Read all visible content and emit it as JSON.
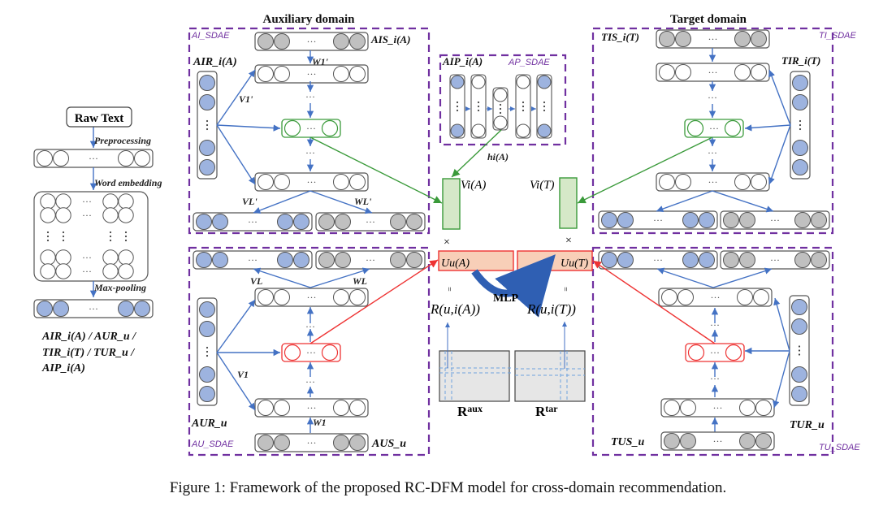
{
  "figure": {
    "caption": "Figure 1: Framework of the proposed RC-DFM model for cross-domain recommendation.",
    "colors": {
      "rating_node": "#9db3df",
      "side_node": "#c0c0c0",
      "empty_node": "#ffffff",
      "sdae_border": "#7030a0",
      "blue_arrow": "#4472c4",
      "green": "#3a9a3a",
      "green_fill": "#d5e8c8",
      "red": "#ee3333",
      "red_fill": "#f8cfb8",
      "matrix_fill": "#e6e6e6"
    }
  },
  "preprocess": {
    "raw_text": "Raw Text",
    "step1": "Preprocessing",
    "step2": "Word embedding",
    "step3": "Max-pooling",
    "outputs_line1": "AIR_i(A) / AUR_u /",
    "outputs_line2": "TIR_i(T) / TUR_u /",
    "outputs_line3": "AIP_i(A)"
  },
  "aux": {
    "domain_title": "Auxiliary domain",
    "item_sdae": "AI_SDAE",
    "user_sdae": "AU_SDAE",
    "item_side": "AIS_i(A)",
    "item_rating": "AIR_i(A)",
    "user_rating": "AUR_u",
    "user_side": "AUS_u",
    "w1p": "W1'",
    "v1p": "V1'",
    "vlp": "VL'",
    "wlp": "WL'",
    "v1": "V1",
    "w1": "W1",
    "vl": "VL",
    "wl": "WL"
  },
  "profile": {
    "label": "AIP_i(A)",
    "sdae": "AP_SDAE",
    "h": "hi(A)"
  },
  "target": {
    "domain_title": "Target domain",
    "item_sdae": "TI_SDAE",
    "user_sdae": "TU_SDAE",
    "item_side": "TIS_i(T)",
    "item_rating": "TIR_i(T)",
    "user_rating": "TUR_u",
    "user_side": "TUS_u"
  },
  "center": {
    "v_aux": "Vi(A)",
    "v_tar": "Vi(T)",
    "u_aux": "Uu(A)",
    "u_tar": "Uu(T)",
    "times": "×",
    "equals": "=",
    "mlp": "MLP",
    "r_aux": "R(u,i(A))",
    "r_tar": "R(u,i(T))",
    "mat_aux": "R",
    "mat_aux_sup": "aux",
    "mat_tar": "R",
    "mat_tar_sup": "tar"
  }
}
